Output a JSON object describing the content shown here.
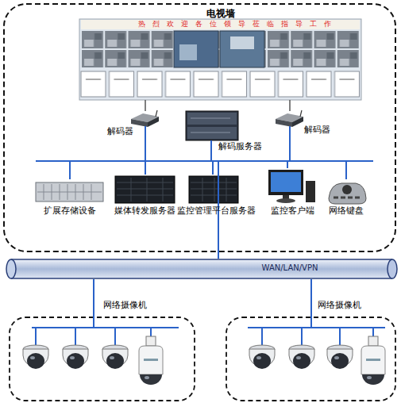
{
  "diagram": {
    "nodes": [
      {
        "text": [
          "电视墙",
          "热烈欢迎各位领导莅临指导工作"
        ]
      },
      {
        "text": [
          "解码器"
        ]
      },
      {
        "text": [
          "解码服务器"
        ]
      },
      {
        "text": [
          "解码器"
        ]
      },
      {
        "text": [
          "扩展存储设备"
        ]
      },
      {
        "text": [
          "媒体转发服务器"
        ]
      },
      {
        "text": [
          "监控管理平台服务器"
        ]
      },
      {
        "text": [
          "监控客户端"
        ]
      },
      {
        "text": [
          "网络键盘"
        ]
      },
      {
        "text": [
          "WAN/LAN/VPN"
        ]
      },
      {
        "text": [
          "网络摄像机"
        ]
      },
      {
        "text": [
          "网络摄像机"
        ]
      }
    ],
    "edges": [
      {
        "from": 1,
        "to": 0,
        "arrow": "none"
      },
      {
        "from": 3,
        "to": 0,
        "arrow": "none"
      },
      {
        "from": 1,
        "to": 9,
        "arrow": "none"
      },
      {
        "from": 2,
        "to": 9,
        "arrow": "none"
      },
      {
        "from": 3,
        "to": 9,
        "arrow": "none"
      },
      {
        "from": 4,
        "to": 9,
        "arrow": "none"
      },
      {
        "from": 5,
        "to": 9,
        "arrow": "none"
      },
      {
        "from": 6,
        "to": 9,
        "arrow": "none"
      },
      {
        "from": 7,
        "to": 9,
        "arrow": "none"
      },
      {
        "from": 8,
        "to": 9,
        "arrow": "none"
      },
      {
        "from": 9,
        "to": 10,
        "arrow": "none"
      },
      {
        "from": 9,
        "to": 11,
        "arrow": "none"
      }
    ]
  }
}
